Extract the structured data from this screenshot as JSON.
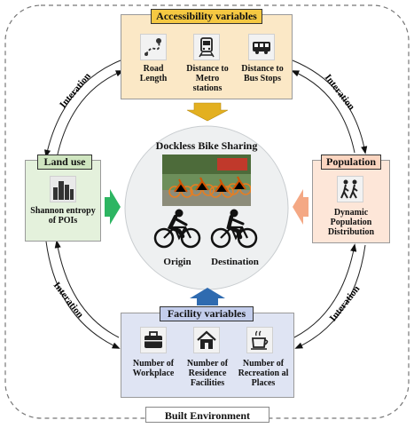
{
  "frame_label": "Built Environment",
  "center": {
    "title": "Dockless Bike Sharing",
    "origin_label": "Origin",
    "destination_label": "Destination"
  },
  "accessibility": {
    "title": "Accessibility variables",
    "items": [
      "Road Length",
      "Distance to Metro stations",
      "Distance to Bus Stops"
    ]
  },
  "land_use": {
    "title": "Land use",
    "items": [
      "Shannon entropy of POIs"
    ]
  },
  "population": {
    "title": "Population",
    "items": [
      "Dynamic Population Distribution"
    ]
  },
  "facility": {
    "title": "Facility variables",
    "items": [
      "Number of Workplace",
      "Number of Residence Facilities",
      "Number of Recreation al Places"
    ]
  },
  "interaction_label": "Interation",
  "colors": {
    "accessibility_fill": "#fbe8c6",
    "accessibility_title": "#f5c842",
    "land_use_fill": "#e4f1dc",
    "land_use_title": "#cfe5c0",
    "population_fill": "#fde6d8",
    "population_title": "#fbd5c0",
    "facility_fill": "#dfe4f3",
    "facility_title": "#c3cdec",
    "arrow_yellow": "#e3b020",
    "arrow_green": "#2db562",
    "arrow_orange": "#f4a884",
    "arrow_blue": "#2f6bb0"
  }
}
